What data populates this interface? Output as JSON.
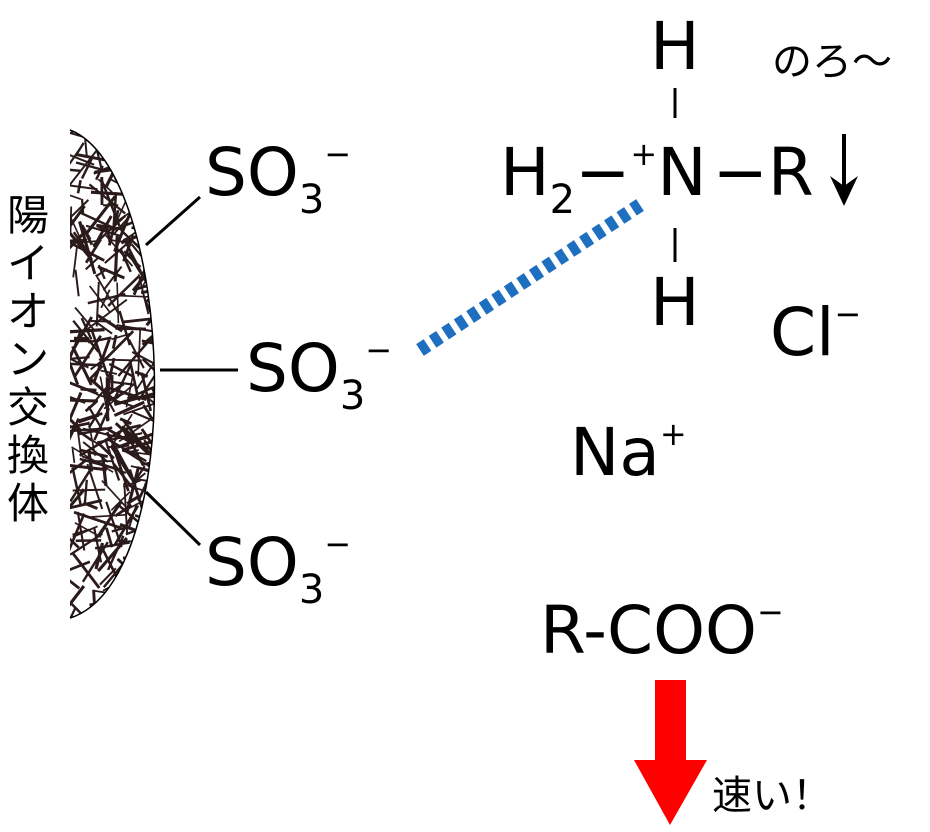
{
  "resin_label": "陽イオン交換体",
  "sulfonate_groups": [
    {
      "formula": "SO",
      "subscript": "3",
      "charge": "−"
    },
    {
      "formula": "SO",
      "subscript": "3",
      "charge": "−"
    },
    {
      "formula": "SO",
      "subscript": "3",
      "charge": "−"
    }
  ],
  "amine": {
    "top_h": "H",
    "bottom_h": "H",
    "left_h": "H",
    "left_sub": "2",
    "left_bond": "−",
    "n_charge": "+",
    "nitrogen": "N",
    "right_bond": "−",
    "r_group": "R"
  },
  "slow_label": "のろ〜",
  "chloride": {
    "symbol": "Cl",
    "charge": "−"
  },
  "sodium": {
    "symbol": "Na",
    "charge": "+"
  },
  "carboxylate": {
    "formula": "R-COO",
    "charge": "−"
  },
  "fast_label": "速い！",
  "colors": {
    "interaction_dash": "#1f6fc0",
    "fast_arrow": "#ff0000",
    "resin_fiber": "#2a1a1a"
  },
  "icons": [
    "down-arrow-icon",
    "fast-down-arrow-icon"
  ]
}
